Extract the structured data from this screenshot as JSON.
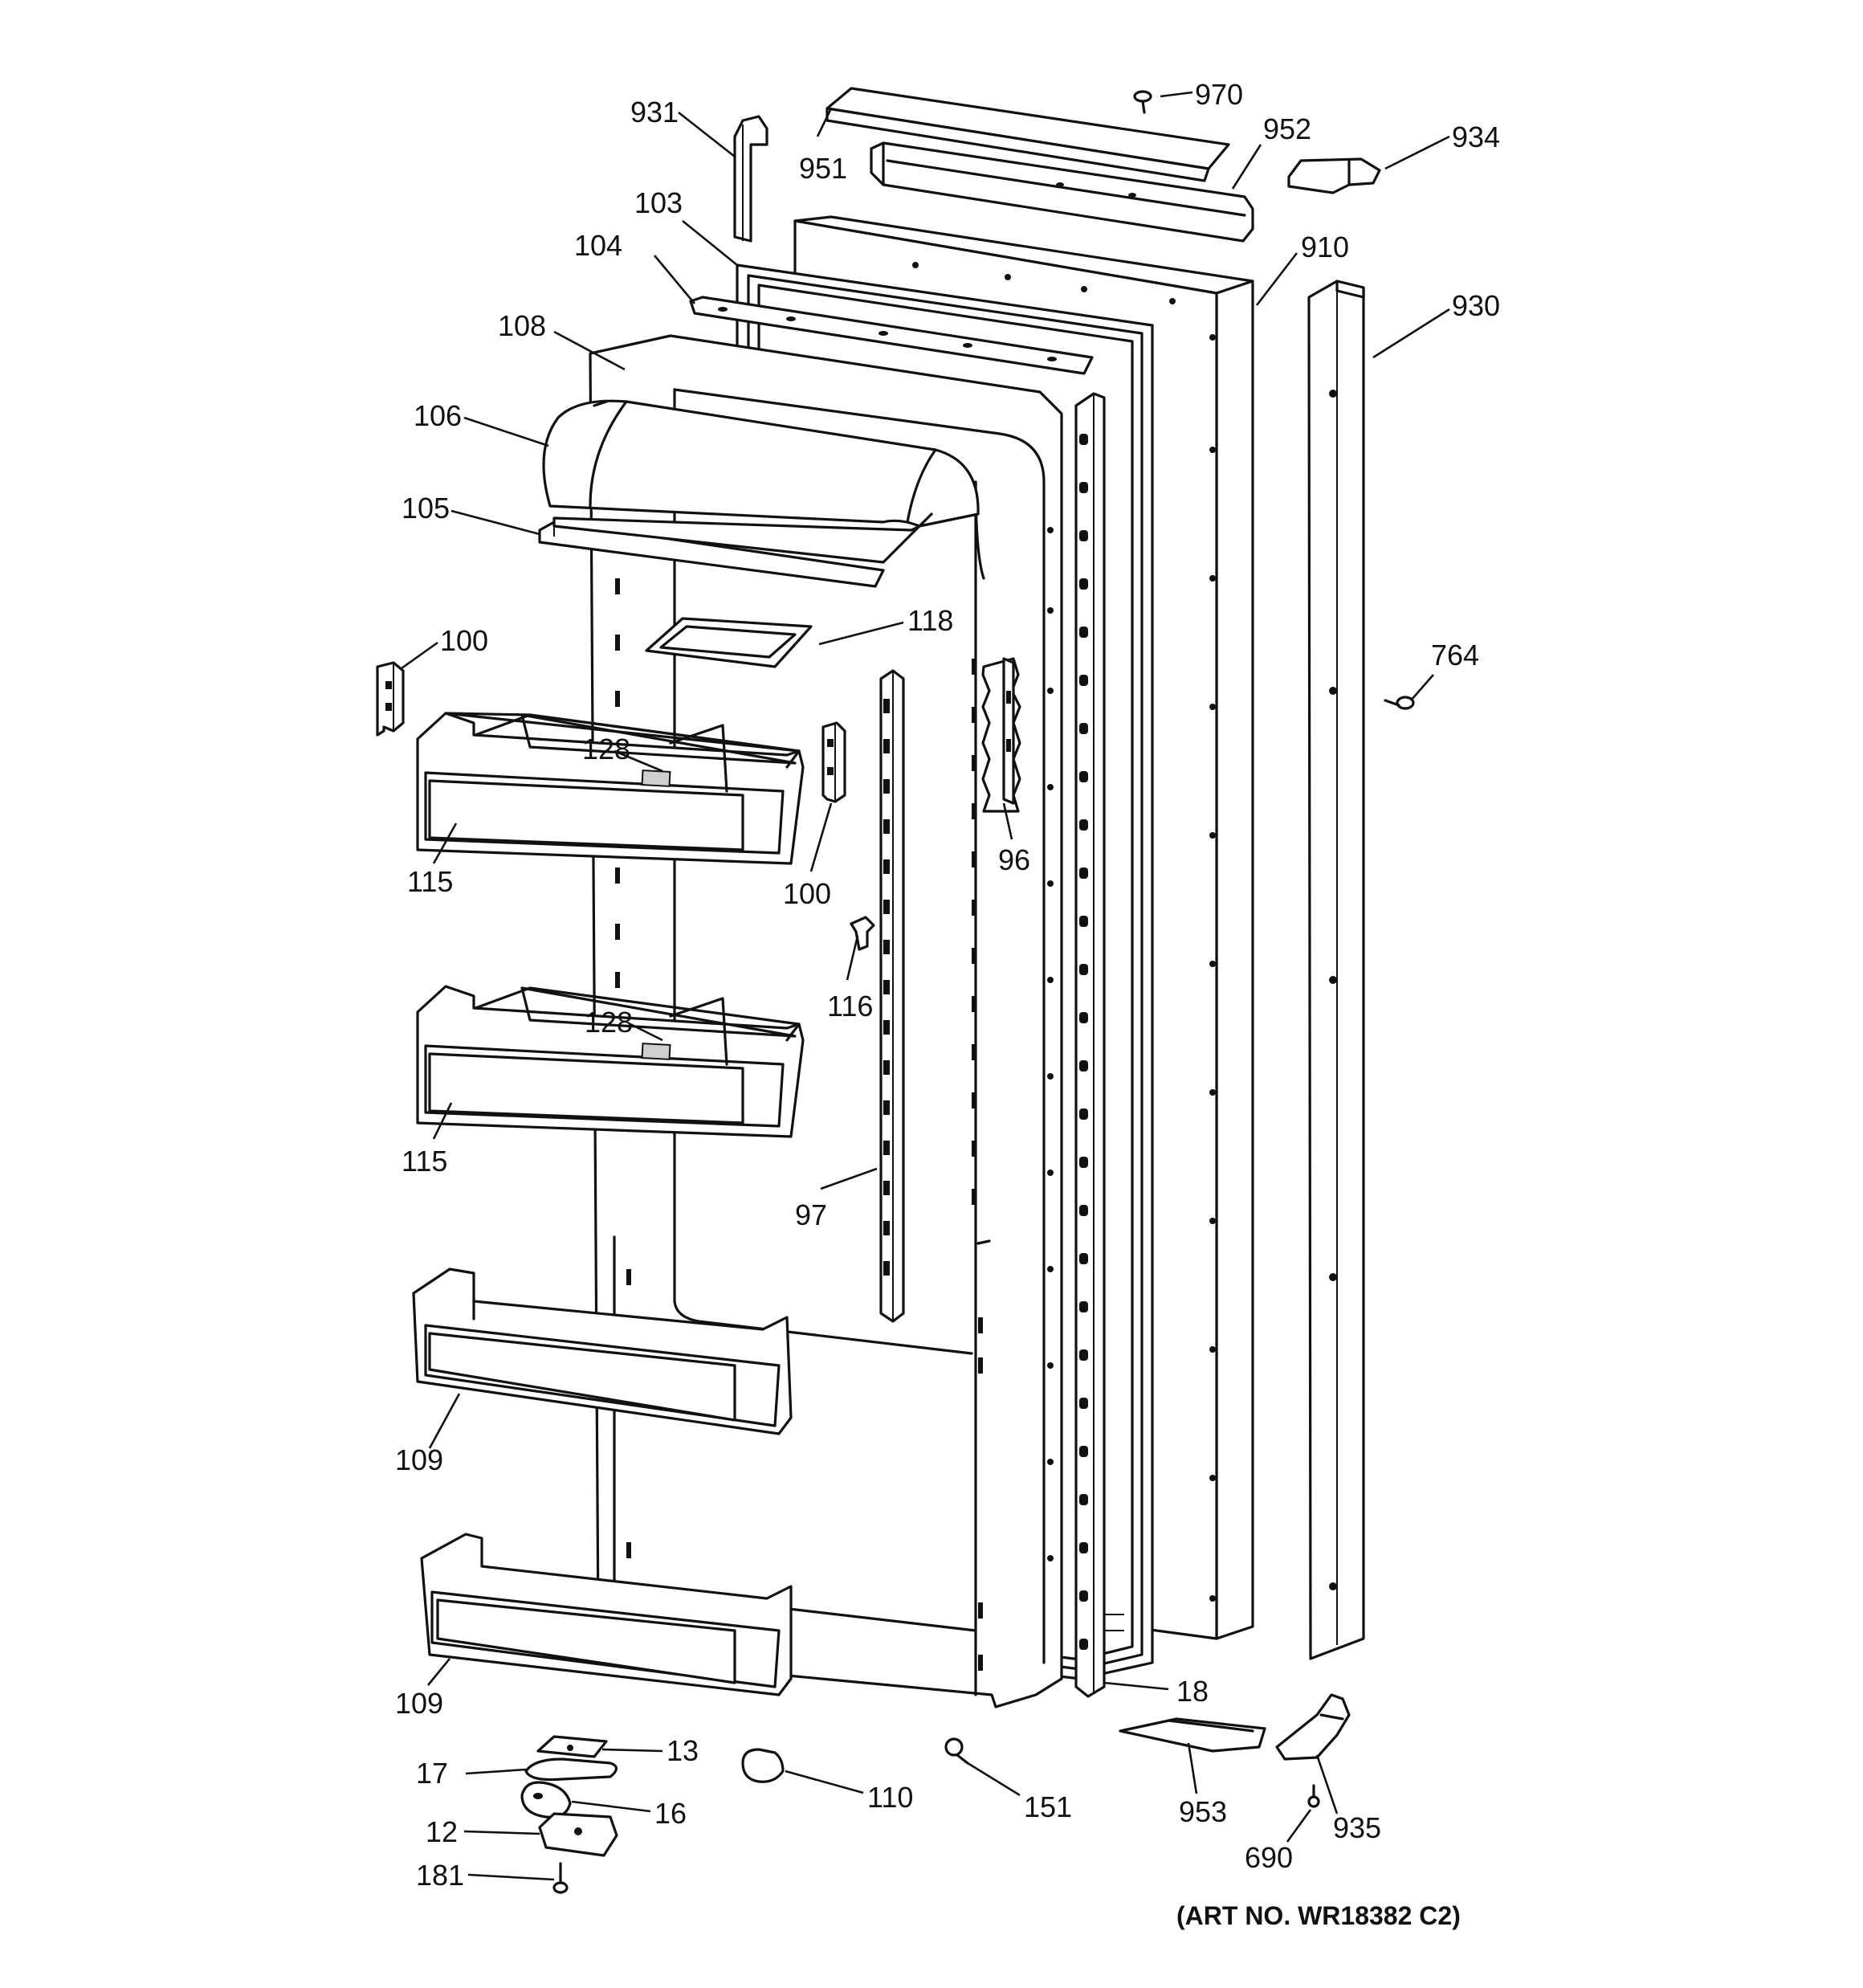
{
  "labels": {
    "l931": "931",
    "l951": "951",
    "l970": "970",
    "l952": "952",
    "l934": "934",
    "l103": "103",
    "l104": "104",
    "l910": "910",
    "l930": "930",
    "l108": "108",
    "l106": "106",
    "l105": "105",
    "l118": "118",
    "l100a": "100",
    "l764": "764",
    "l128a": "128",
    "l115a": "115",
    "l100b": "100",
    "l96": "96",
    "l116": "116",
    "l128b": "128",
    "l115b": "115",
    "l97": "97",
    "l109a": "109",
    "l109b": "109",
    "l18": "18",
    "l13": "13",
    "l17": "17",
    "l16": "16",
    "l110": "110",
    "l151": "151",
    "l953": "953",
    "l935": "935",
    "l12": "12",
    "l181": "181",
    "l690": "690"
  },
  "art_no": "(ART NO. WR18382 C2)"
}
